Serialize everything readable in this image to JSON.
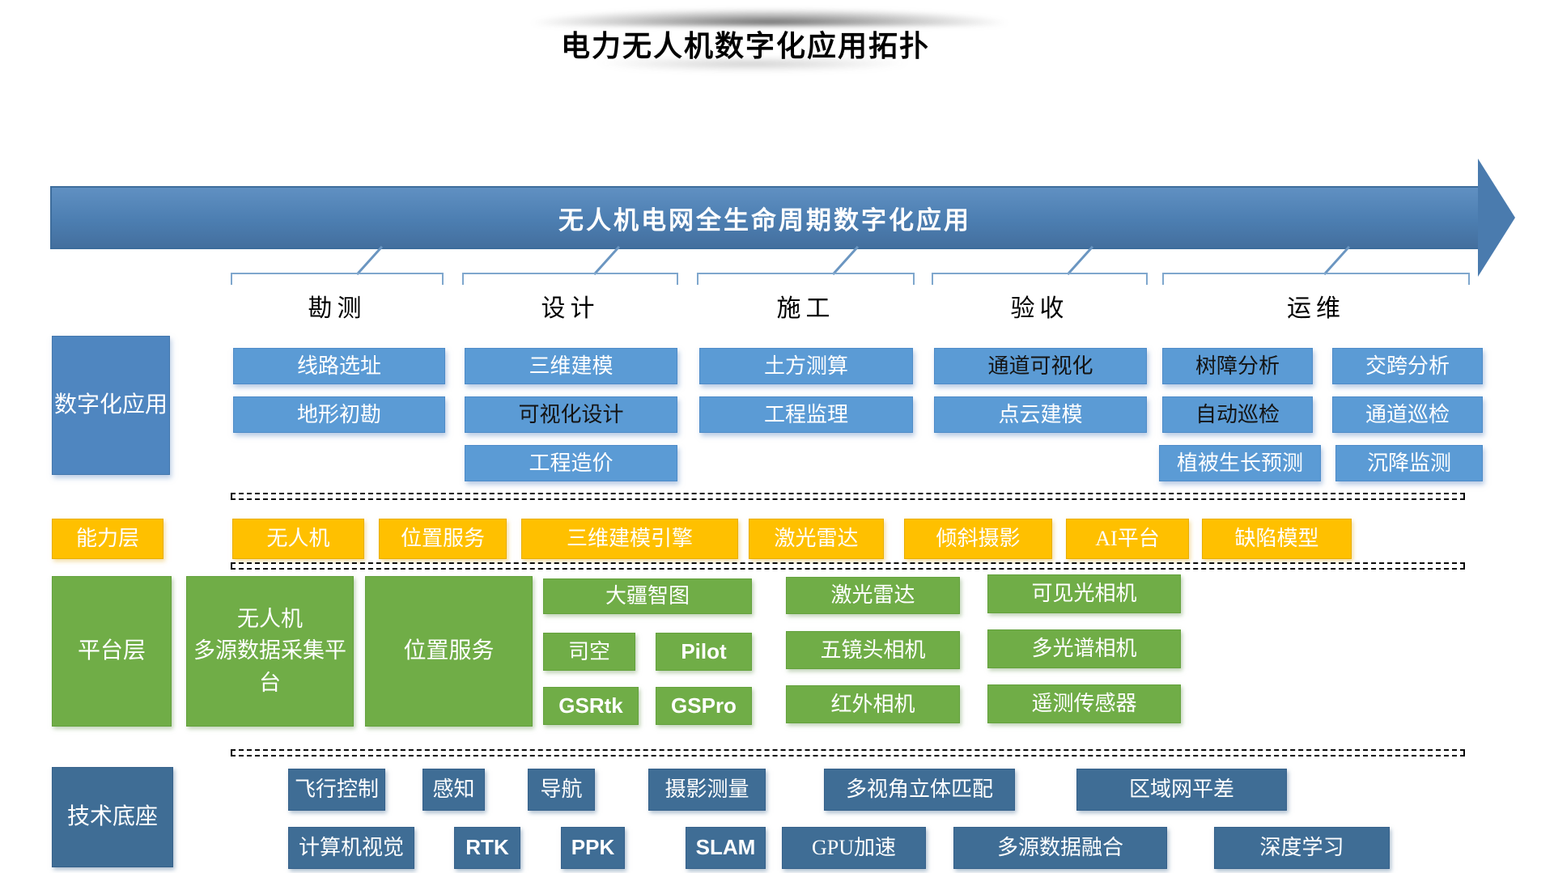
{
  "title": "电力无人机数字化应用拓扑",
  "banner": "无人机电网全生命周期数字化应用",
  "phases": {
    "survey": "勘测",
    "design": "设计",
    "construction": "施工",
    "acceptance": "验收",
    "om": "运维"
  },
  "layers": {
    "app": "数字化应用",
    "capability": "能力层",
    "platform": "平台层",
    "tech": "技术底座"
  },
  "app": {
    "survey": [
      "线路选址",
      "地形初勘"
    ],
    "design": [
      "三维建模",
      "可视化设计",
      "工程造价"
    ],
    "construction": [
      "土方测算",
      "工程监理"
    ],
    "acceptance": [
      "通道可视化",
      "点云建模"
    ],
    "om_left": [
      "树障分析",
      "自动巡检",
      "植被生长预测"
    ],
    "om_right": [
      "交跨分析",
      "通道巡检",
      "沉降监测"
    ]
  },
  "capability": [
    "无人机",
    "位置服务",
    "三维建模引擎",
    "激光雷达",
    "倾斜摄影",
    "AI平台",
    "缺陷模型"
  ],
  "platform": {
    "uav_platform_lines": [
      "无人机",
      "多源数据采集平",
      "台"
    ],
    "location_service": "位置服务",
    "dji": [
      "大疆智图",
      "司空",
      "Pilot",
      "GSRtk",
      "GSPro"
    ],
    "payload_left": [
      "激光雷达",
      "五镜头相机",
      "红外相机"
    ],
    "payload_right": [
      "可见光相机",
      "多光谱相机",
      "遥测传感器"
    ]
  },
  "tech": {
    "row1": [
      "飞行控制",
      "感知",
      "导航",
      "摄影测量",
      "多视角立体匹配",
      "区域网平差"
    ],
    "row2": [
      "计算机视觉",
      "RTK",
      "PPK",
      "SLAM",
      "GPU加速",
      "多源数据融合",
      "深度学习"
    ]
  },
  "colors": {
    "app_blue": "#5b9bd5",
    "arrow_blue": "#4c7eb1",
    "capability_orange": "#ffc000",
    "platform_green": "#70ad47",
    "tech_steel": "#3f6d95"
  }
}
